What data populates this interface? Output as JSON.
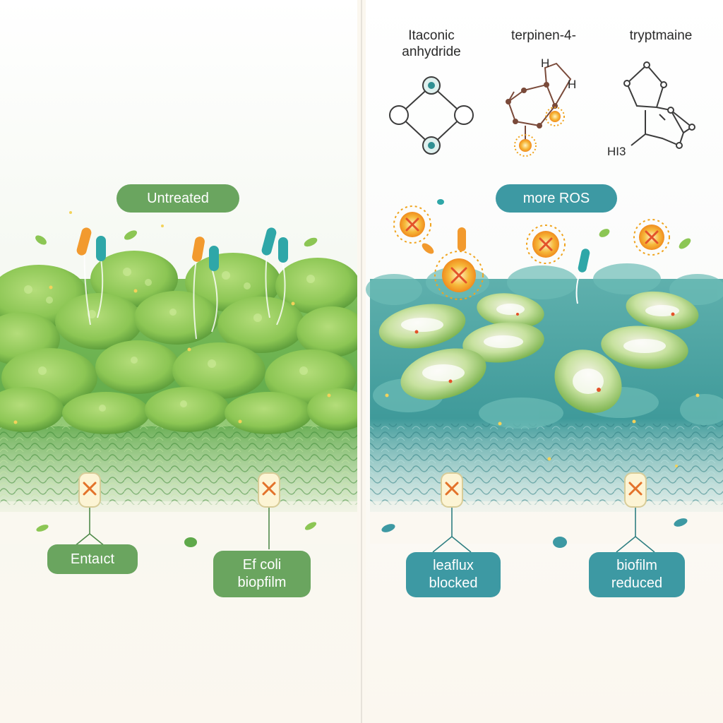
{
  "left_panel": {
    "title": "Untreated",
    "labels": [
      "Entaıct",
      "Ef coli\nbiopfilm"
    ]
  },
  "right_panel": {
    "title": "more ROS",
    "labels": [
      "leaflux\nblocked",
      "biofilm\nreduced"
    ],
    "molecules": [
      {
        "name": "Itaconic\nanhydride"
      },
      {
        "name": "terpinen-4-",
        "atom_labels": [
          "H",
          "H"
        ]
      },
      {
        "name": "tryptmaine",
        "atom_labels": [
          "HI3"
        ]
      }
    ]
  },
  "colors": {
    "untreated_accent": "#6aa55f",
    "treated_accent": "#3d99a3",
    "ros_burst": "#f0a41e",
    "inhibit_mark": "#e3522a"
  },
  "icons": [
    "efflux-pump-icon",
    "inhibit-x-icon",
    "ros-burst-icon",
    "bacteria-icon"
  ]
}
